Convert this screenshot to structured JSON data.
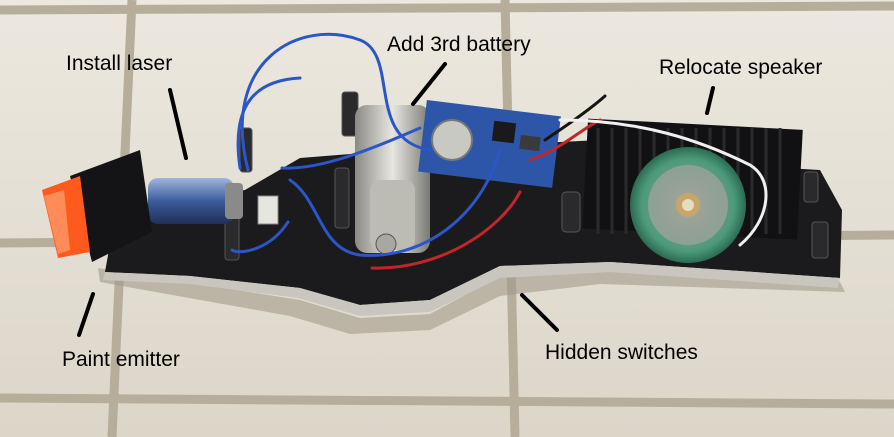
{
  "annotations": {
    "install_laser": "Install laser",
    "add_battery": "Add 3rd battery",
    "relocate_speaker": "Relocate speaker",
    "paint_emitter": "Paint emitter",
    "hidden_switches": "Hidden switches"
  },
  "colors": {
    "tile": "#e6e2d8",
    "grout": "#b7ad9b",
    "housing": "#1b1b1d",
    "circuit_board": "#2e56a8",
    "emitter_orange": "#ff5a1e",
    "wire_blue": "#2b56c8",
    "wire_red": "#c0262a",
    "speaker_green": "#4a9a7a"
  }
}
